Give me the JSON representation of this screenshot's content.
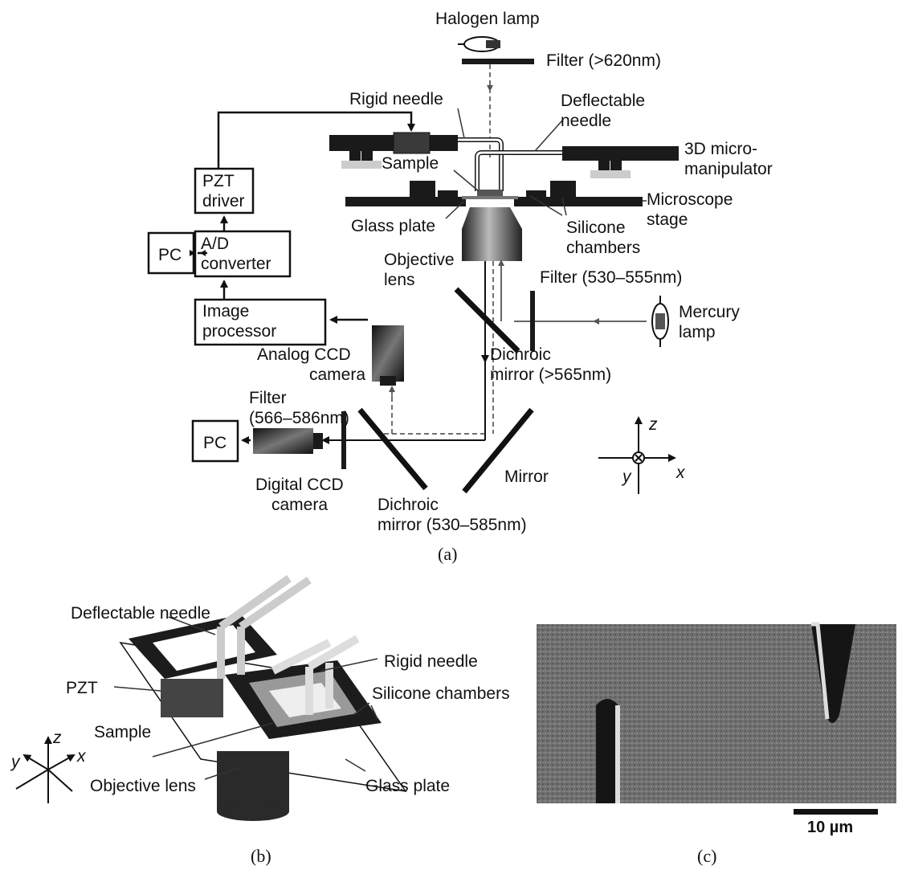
{
  "panel_a": {
    "caption": "(a)",
    "labels": {
      "halogen_lamp": "Halogen lamp",
      "filter_620": "Filter (>620nm)",
      "rigid_needle": "Rigid needle",
      "deflectable_needle_1": "Deflectable",
      "deflectable_needle_2": "needle",
      "manipulator_1": "3D micro-",
      "manipulator_2": "manipulator",
      "sample": "Sample",
      "microscope_stage_1": "Microscope",
      "microscope_stage_2": "stage",
      "glass_plate": "Glass plate",
      "silicone_chambers_1": "Silicone",
      "silicone_chambers_2": "chambers",
      "objective_lens_1": "Objective",
      "objective_lens_2": "lens",
      "filter_530_555": "Filter (530–555nm)",
      "mercury_lamp_1": "Mercury",
      "mercury_lamp_2": "lamp",
      "dichroic_565_1": "Dichroic",
      "dichroic_565_2": "mirror (>565nm)",
      "analog_ccd_1": "Analog CCD",
      "analog_ccd_2": "camera",
      "filter_566_1": "Filter",
      "filter_566_2": "(566–586nm)",
      "digital_ccd_1": "Digital CCD",
      "digital_ccd_2": "camera",
      "dichroic_530_1": "Dichroic",
      "dichroic_530_2": "mirror (530–585nm)",
      "mirror": "Mirror",
      "axis_z": "z",
      "axis_y": "y",
      "axis_x": "x"
    },
    "boxes": {
      "pzt_driver_1": "PZT",
      "pzt_driver_2": "driver",
      "ad_converter_1": "A/D",
      "ad_converter_2": "converter",
      "pc_top": "PC",
      "image_processor_1": "Image",
      "image_processor_2": "processor",
      "pc_bottom": "PC"
    }
  },
  "panel_b": {
    "caption": "(b)",
    "labels": {
      "deflectable_needle": "Deflectable needle",
      "rigid_needle": "Rigid needle",
      "pzt": "PZT",
      "silicone_chambers": "Silicone chambers",
      "sample": "Sample",
      "objective_lens": "Objective lens",
      "glass_plate": "Glass plate",
      "axis_z": "z",
      "axis_y": "y",
      "axis_x": "x"
    }
  },
  "panel_c": {
    "caption": "(c)",
    "scale_bar": "10 µm"
  }
}
